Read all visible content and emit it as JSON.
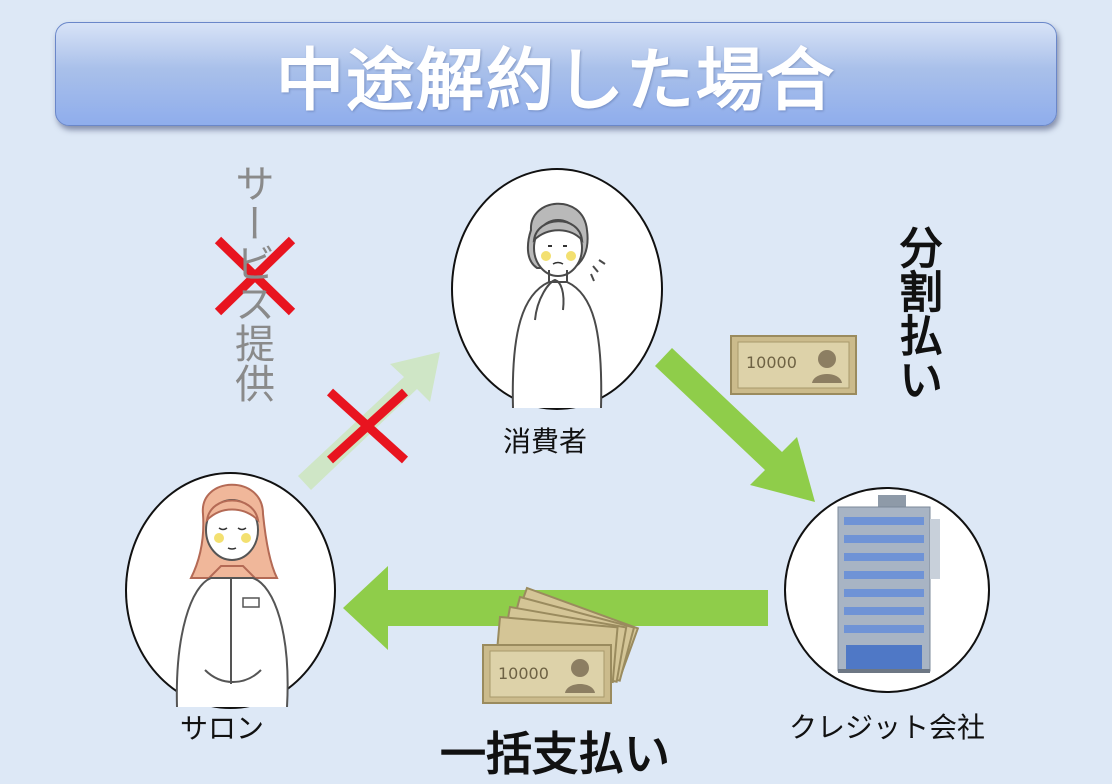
{
  "title": "中途解約した場合",
  "nodes": {
    "consumer": "消費者",
    "salon": "サロン",
    "credit_company": "クレジット会社"
  },
  "labels": {
    "service": "サービス提供",
    "installment": "分割払い",
    "lump_sum": "一括支払い",
    "banknote": "10000"
  },
  "colors": {
    "arrow_active": "#8fcd4a",
    "arrow_faded": "#cfe6c6",
    "cross": "#e8141f",
    "title_bg": "#9fb8ec"
  }
}
